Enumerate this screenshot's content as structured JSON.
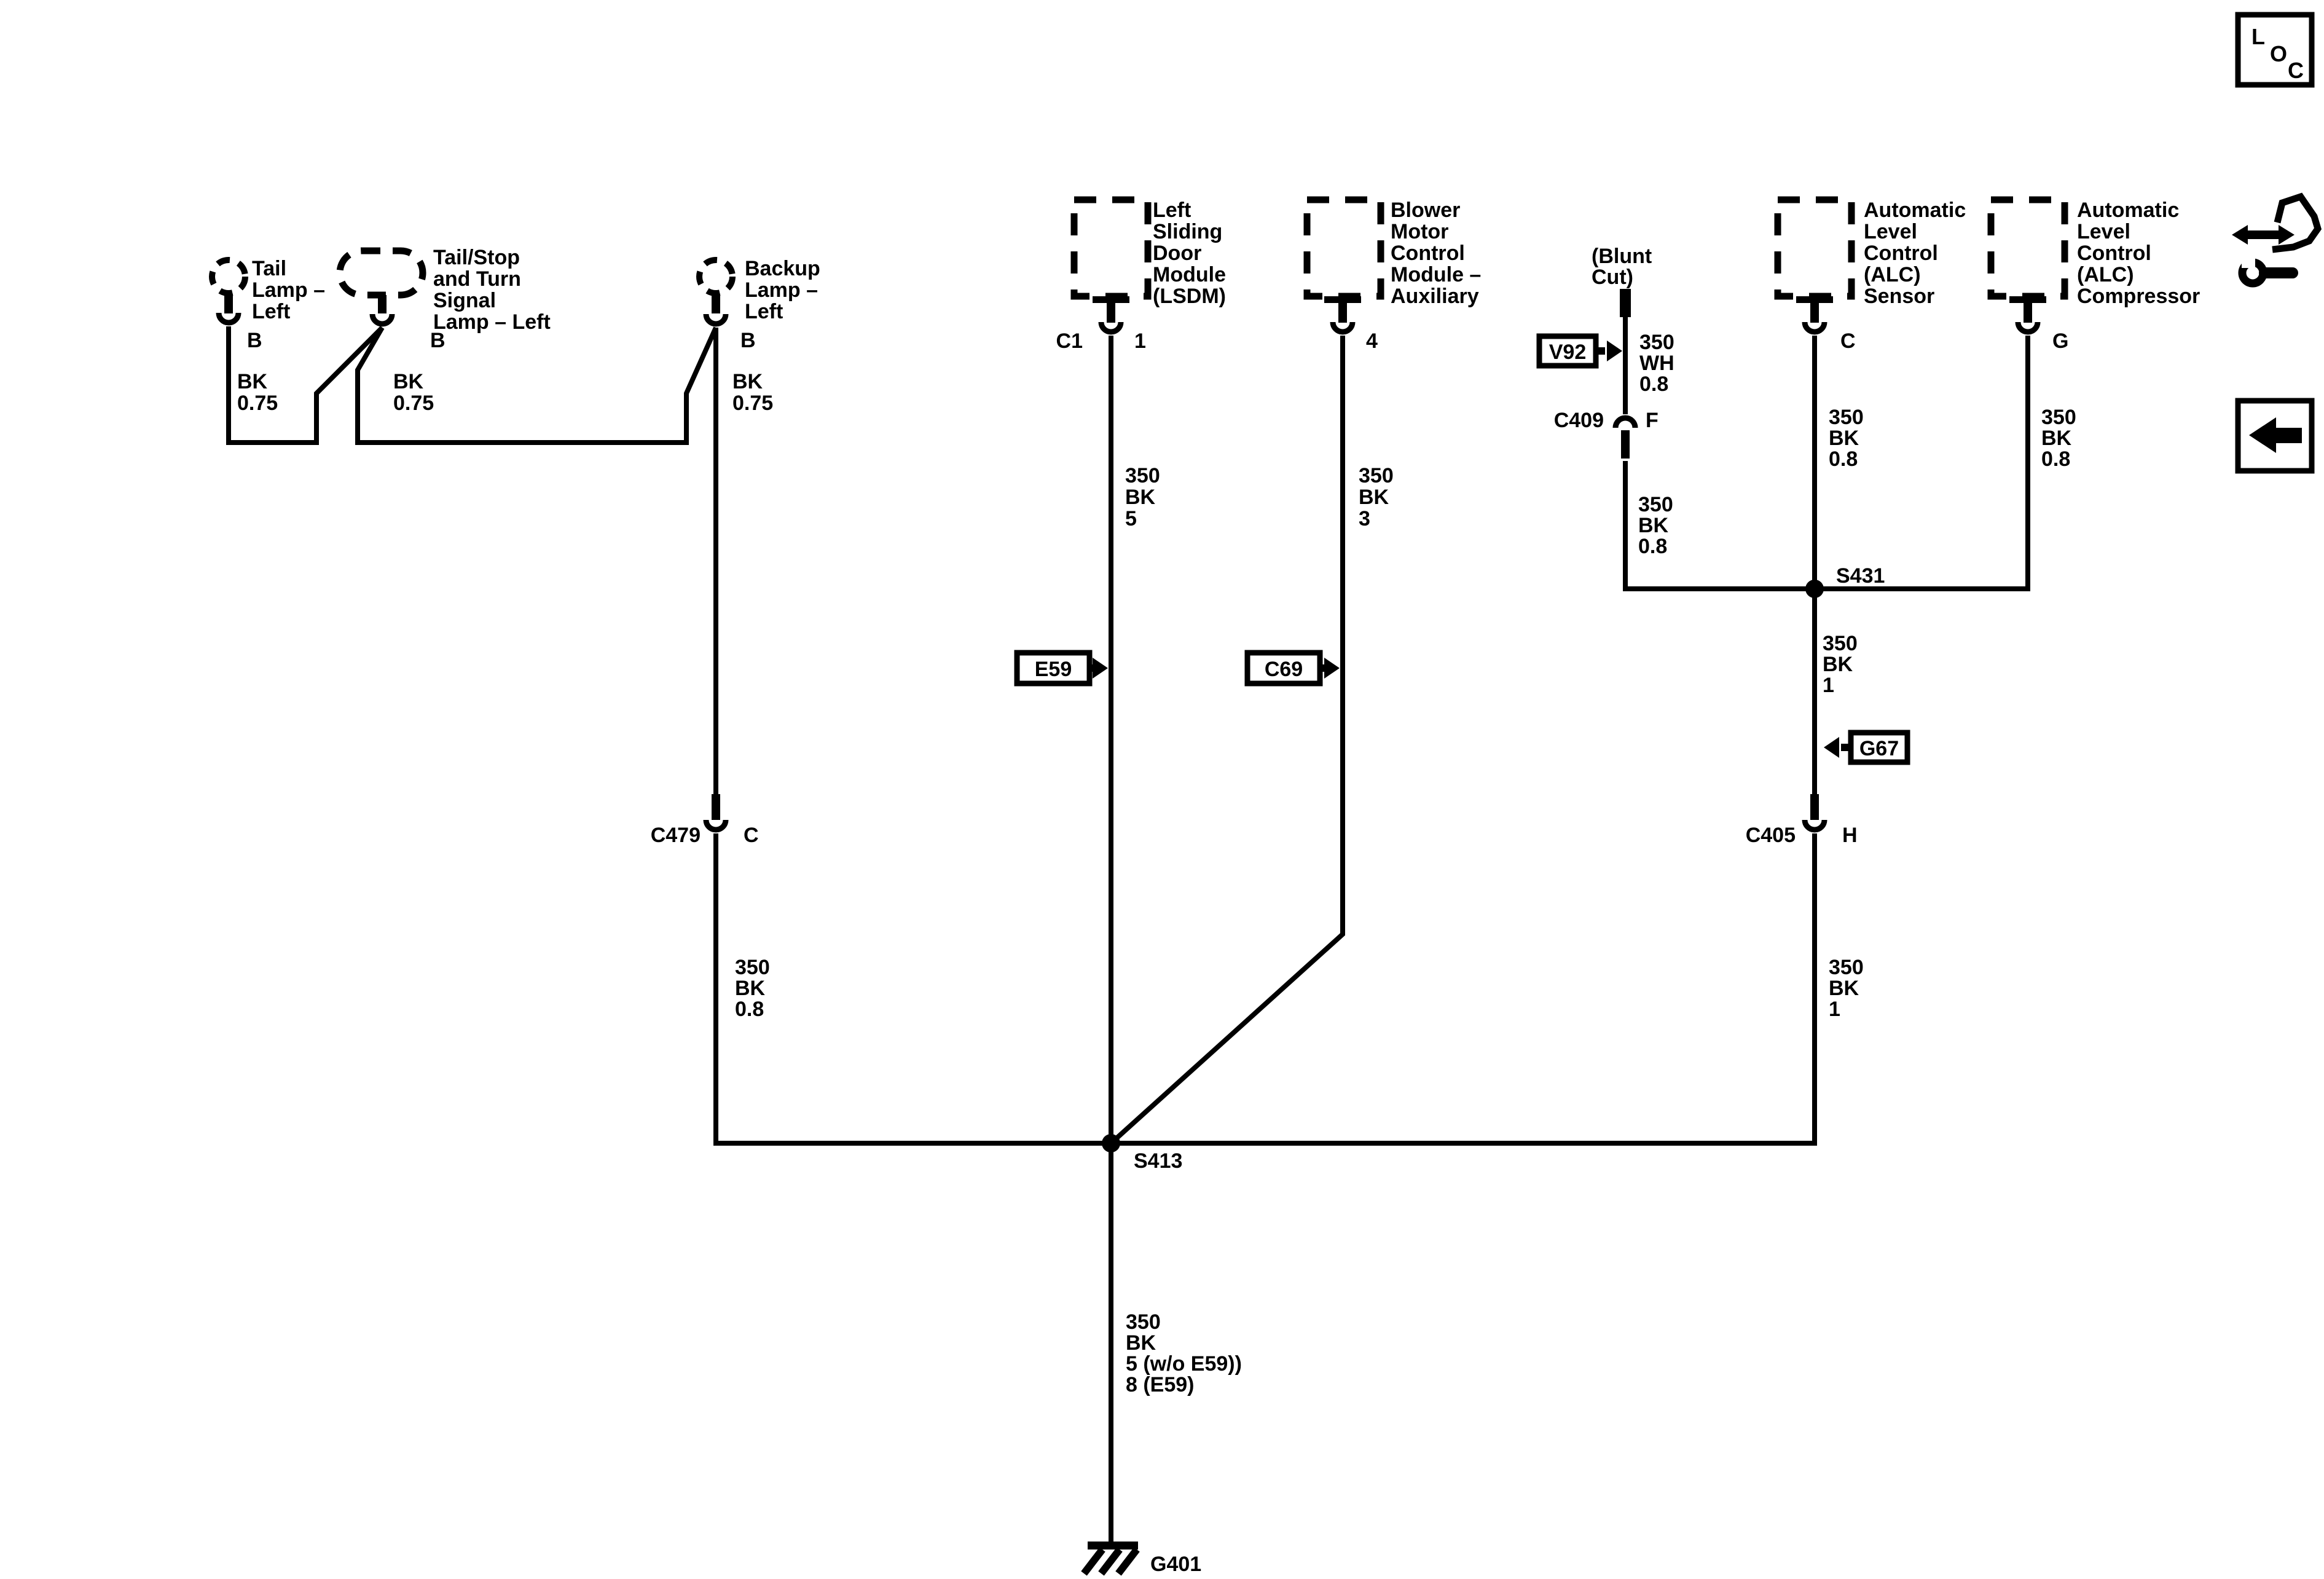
{
  "colors": {
    "ink": "#000000",
    "background": "#ffffff"
  },
  "diagram": {
    "components": {
      "tail_lamp": {
        "name": [
          "Tail",
          "Lamp –",
          "Left"
        ],
        "pin": "B",
        "wire": [
          "BK",
          "0.75"
        ]
      },
      "tail_stop_lamp": {
        "name": [
          "Tail/Stop",
          "and Turn",
          "Signal",
          "Lamp – Left"
        ],
        "pin": "B",
        "wire": [
          "BK",
          "0.75"
        ]
      },
      "backup_lamp": {
        "name": [
          "Backup",
          "Lamp –",
          "Left"
        ],
        "pin": "B",
        "wire": [
          "BK",
          "0.75"
        ]
      },
      "lsdm": {
        "name": [
          "Left",
          "Sliding",
          "Door",
          "Module",
          "(LSDM)"
        ],
        "connector": "C1",
        "pin": "1",
        "wire": [
          "350",
          "BK",
          "5"
        ]
      },
      "blower": {
        "name": [
          "Blower",
          "Motor",
          "Control",
          "Module –",
          "Auxiliary"
        ],
        "pin": "4",
        "wire": [
          "350",
          "BK",
          "3"
        ]
      },
      "alc_sensor": {
        "name": [
          "Automatic",
          "Level",
          "Control",
          "(ALC)",
          "Sensor"
        ],
        "pin": "C",
        "wire": [
          "350",
          "BK",
          "0.8"
        ]
      },
      "alc_compressor": {
        "name": [
          "Automatic",
          "Level",
          "Control",
          "(ALC)",
          "Compressor"
        ],
        "pin": "G",
        "wire": [
          "350",
          "BK",
          "0.8"
        ]
      }
    },
    "blunt_cut": {
      "label": [
        "(Blunt",
        "Cut)"
      ],
      "wire": [
        "350",
        "WH",
        "0.8"
      ]
    },
    "connectors": {
      "c409": {
        "label": "C409",
        "pin": "F"
      },
      "c479": {
        "label": "C479",
        "pin": "C"
      },
      "c405": {
        "label": "C405",
        "pin": "H"
      }
    },
    "flags": {
      "e59": "E59",
      "c69": "C69",
      "v92": "V92",
      "g67": "G67"
    },
    "splices": {
      "s431": "S431",
      "s413": "S413"
    },
    "ground": {
      "label": "G401"
    },
    "wires": {
      "c409_down": [
        "350",
        "BK",
        "0.8"
      ],
      "c479_down": [
        "350",
        "BK",
        "0.8"
      ],
      "s431_down": [
        "350",
        "BK",
        "1"
      ],
      "c405_down": [
        "350",
        "BK",
        "1"
      ],
      "ground_wire": [
        "350",
        "BK",
        "5 (w/o E59))",
        "8 (E59)"
      ]
    },
    "icons": {
      "loc": [
        "L",
        "O",
        "C"
      ]
    }
  }
}
